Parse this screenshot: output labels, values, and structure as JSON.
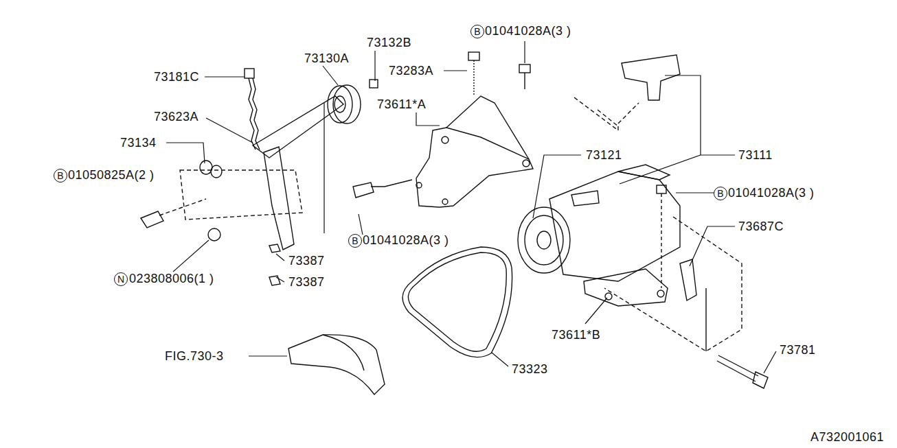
{
  "diagram": {
    "nodes": [
      {
        "text": [
          "B"
        ]
      },
      {
        "text": [
          "B"
        ]
      },
      {
        "text": [
          "B"
        ]
      },
      {
        "text": [
          "B"
        ]
      },
      {
        "text": [
          "N"
        ]
      }
    ],
    "labels": [
      "01041028A(3 )",
      "73132B",
      "73130A",
      "73283A",
      "73181C",
      "73611*A",
      "73623A",
      "73134",
      "73121",
      "73111",
      "01050825A(2 )",
      "01041028A(3 )",
      "73687C",
      "01041028A(3 )",
      "73387",
      "023808006(1 )",
      "73387",
      "73611*B",
      "73781",
      "FIG.730-3",
      "73323",
      "A732001061"
    ]
  }
}
